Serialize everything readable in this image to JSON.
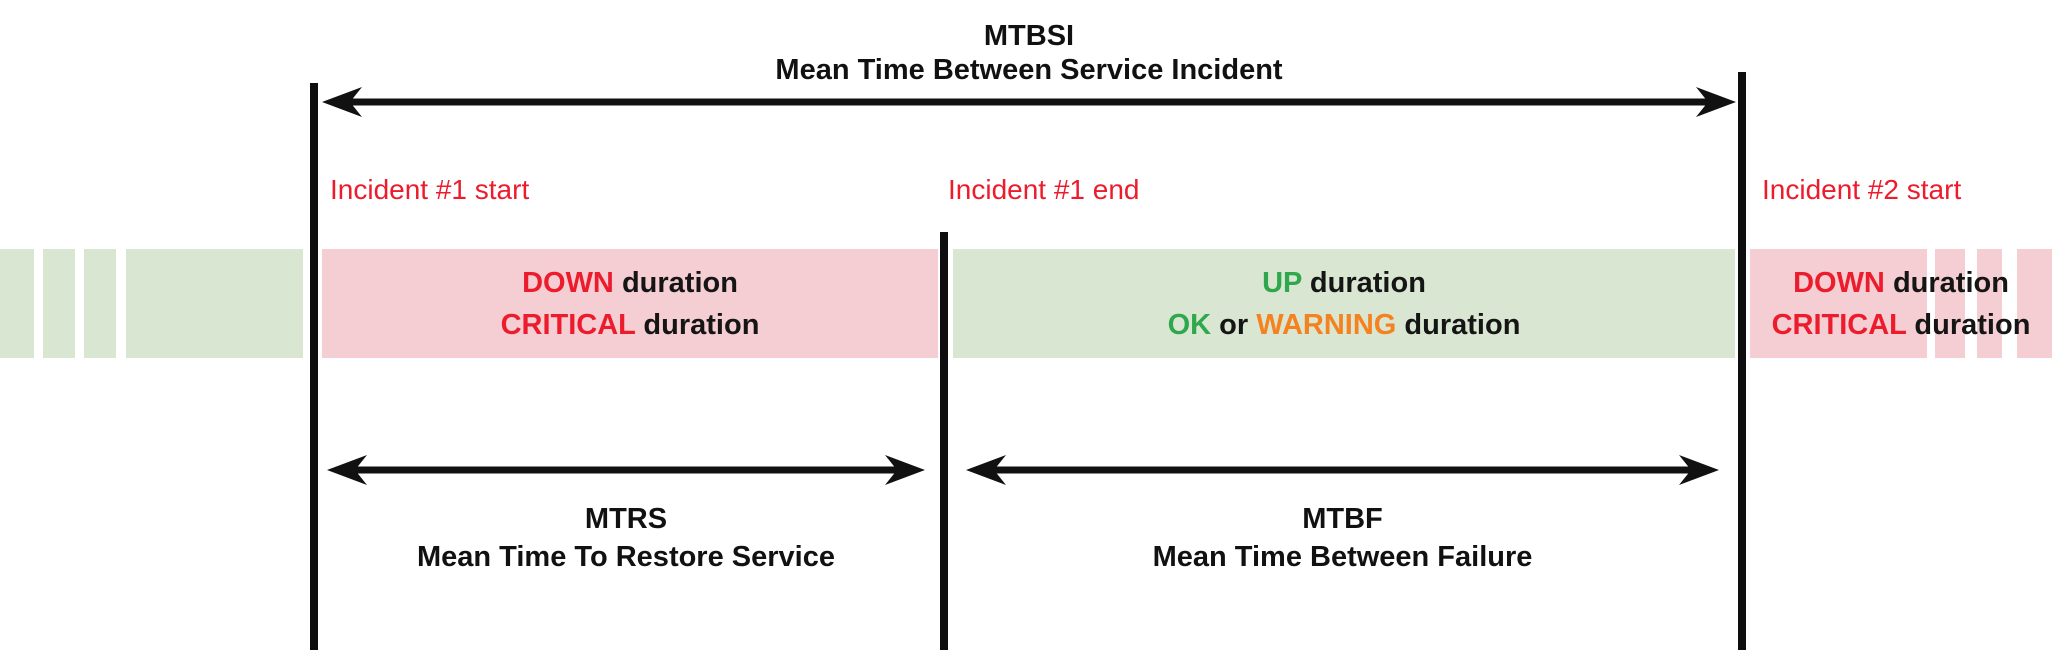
{
  "title": {
    "abbr": "MTBSI",
    "full": "Mean Time Between Service Incident"
  },
  "incidents": {
    "i1_start": "Incident #1 start",
    "i1_end": "Incident #1 end",
    "i2_start": "Incident #2 start"
  },
  "bands": {
    "down1": {
      "l1_status": "DOWN",
      "l1_rest": " duration",
      "l2_status": "CRITICAL",
      "l2_rest": " duration"
    },
    "up": {
      "l1_status": "UP",
      "l1_rest": " duration",
      "l2_ok": "OK",
      "l2_or": " or ",
      "l2_warning": "WARNING",
      "l2_rest": " duration"
    },
    "down2": {
      "l1_status": "DOWN",
      "l1_rest": " duration",
      "l2_status": "CRITICAL",
      "l2_rest": " duration"
    }
  },
  "measures": {
    "mtrs": {
      "abbr": "MTRS",
      "full": "Mean Time To Restore Service"
    },
    "mtbf": {
      "abbr": "MTBF",
      "full": "Mean Time Between Failure"
    }
  },
  "colors": {
    "band_green": "#d9e6d2",
    "band_pink": "#f4ced2",
    "red_text": "#ec1c2d",
    "green_text": "#2fa84d",
    "orange_text": "#f5821f",
    "line_black": "#111111"
  }
}
